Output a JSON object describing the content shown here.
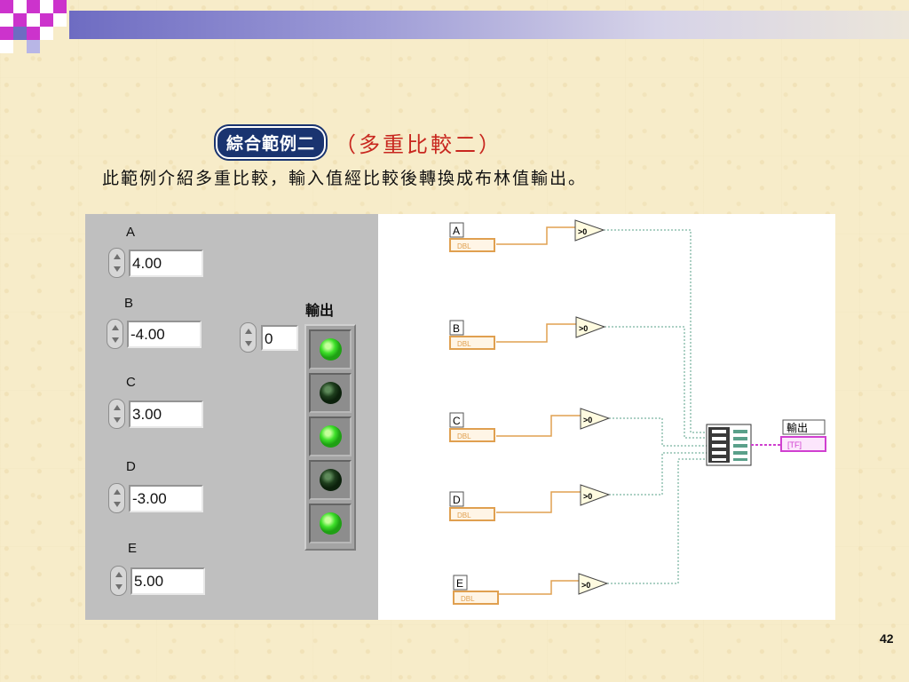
{
  "title": {
    "badge": "綜合範例二",
    "subtitle": "（多重比較二）",
    "description": "此範例介紹多重比較，輸入值經比較後轉換成布林值輸出。"
  },
  "front_panel": {
    "controls": [
      {
        "label": "A",
        "value": "4.00"
      },
      {
        "label": "B",
        "value": "-4.00"
      },
      {
        "label": "C",
        "value": "3.00"
      },
      {
        "label": "D",
        "value": "-3.00"
      },
      {
        "label": "E",
        "value": "5.00"
      }
    ],
    "index_value": "0",
    "output_label": "輸出",
    "leds": [
      true,
      false,
      true,
      false,
      true
    ]
  },
  "block_diagram": {
    "terminals": [
      "A",
      "B",
      "C",
      "D",
      "E"
    ],
    "terminal_type": "DBL",
    "compare_label": ">0",
    "output_terminal_label": "輸出",
    "output_terminal_type": "[TF]"
  },
  "page_number": "42",
  "colors": {
    "header_band": "#6e6cc2",
    "header_squares": [
      "#cc33cc",
      "#6e6cc2",
      "#ffffff"
    ],
    "badge_bg": "#1a3470",
    "subtitle": "#c8271f",
    "wire_orange": "#e0a050",
    "wire_pink": "#d040d0"
  }
}
